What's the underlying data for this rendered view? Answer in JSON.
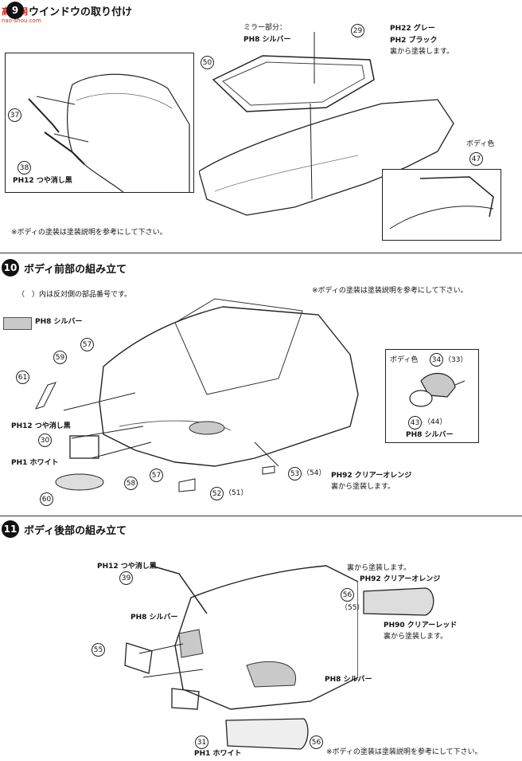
{
  "watermark": {
    "brand": "高手网",
    "url": "nao-shou.com"
  },
  "steps": [
    {
      "num": "9",
      "title": "ウインドウの取り付け"
    },
    {
      "num": "10",
      "title": "ボディ前部の組み立て"
    },
    {
      "num": "11",
      "title": "ボディ後部の組み立て"
    }
  ],
  "step9": {
    "mirror_part": "ミラー部分：",
    "mirror_paint": "PH8 シルバー",
    "p29": "29",
    "p29_paint": "PH22 グレー",
    "p50": "50",
    "p50_paint": "PH2 ブラック",
    "p50_note": "裏から塗装します。",
    "p37": "37",
    "p38": "38",
    "p38_paint": "PH12 つや消し黒",
    "p47": "47",
    "p47_paint": "ボディ色",
    "note": "※ボディの塗装は塗装説明を参考にして下さい。"
  },
  "step10": {
    "paren_note": "（　）内は反対側の部品番号です。",
    "note": "※ボディの塗装は塗装説明を参考にして下さい。",
    "swatch_label": "PH8 シルバー",
    "p57a": "57",
    "p59": "59",
    "p61": "61",
    "p30": "30",
    "p30_paint1": "PH12 つや消し黒",
    "p30_paint2": "PH1 ホワイト",
    "p58": "58",
    "p57b": "57",
    "p60": "60",
    "p52": "52",
    "p51": "（51）",
    "p53": "53",
    "p54": "（54）",
    "p53_paint": "PH92 クリアーオレンジ",
    "p53_note": "裏から塗装します。",
    "mirror_color": "ボディ色",
    "p34": "34",
    "p33": "（33）",
    "p43": "43",
    "p44": "（44）",
    "mirror_paint": "PH8 シルバー"
  },
  "step11": {
    "p39_paint": "PH12 つや消し黒",
    "p39": "39",
    "silver1": "PH8 シルバー",
    "silver2": "PH8 シルバー",
    "p55": "55",
    "p56_note1": "裏から塗装します。",
    "p56_paint1": "PH92 クリアーオレンジ",
    "p56": "56",
    "p55b": "（55）",
    "p56_paint2": "PH90 クリアーレッド",
    "p56_note2": "裏から塗装します。",
    "p31": "31",
    "p31_paint": "PH1 ホワイト",
    "p56b": "56",
    "note": "※ボディの塗装は塗装説明を参考にして下さい。"
  }
}
